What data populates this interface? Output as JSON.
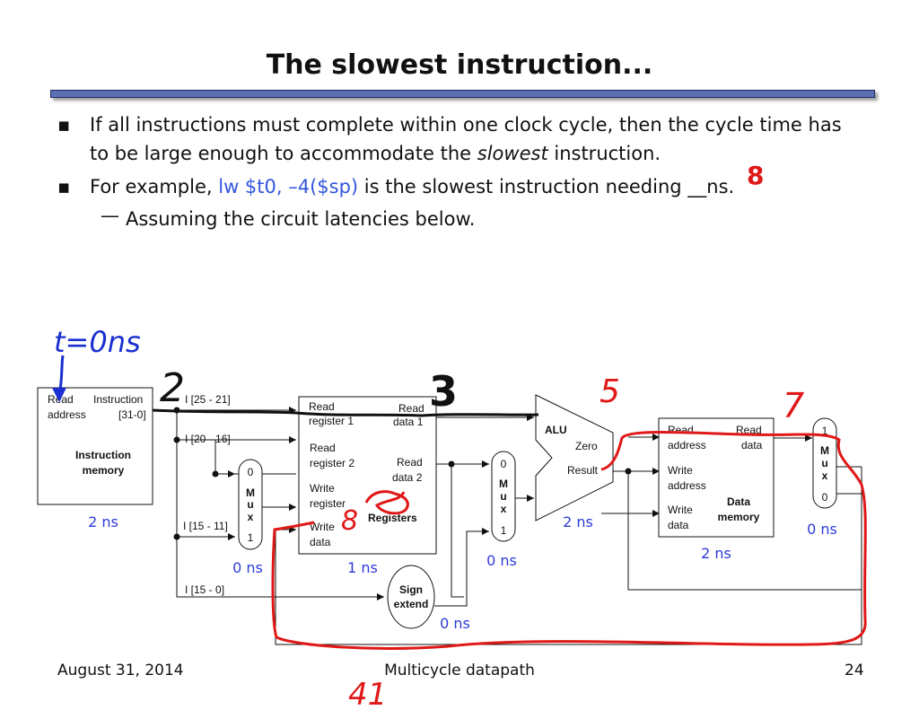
{
  "slide": {
    "title": "The slowest instruction...",
    "bullet1_marker": "▪",
    "bullet1_a": "If all instructions must complete within one clock cycle, then the cycle time has to be large enough to accommodate the ",
    "bullet1_em": "slowest",
    "bullet1_b": " instruction.",
    "bullet2_marker": "▪",
    "bullet2_a": "For example, ",
    "bullet2_code": "lw $t0, –4($sp)",
    "bullet2_b": " is the slowest instruction needing __ns.",
    "sub_dash": "—",
    "sub_bullet": "Assuming the circuit latencies below."
  },
  "footer": {
    "date": "August 31, 2014",
    "center": "Multicycle datapath",
    "page": "24"
  },
  "diagram": {
    "imem": {
      "read": "Read",
      "address": "address",
      "instruction": "Instruction",
      "bits": "[31-0]",
      "name1": "Instruction",
      "name2": "memory",
      "latency": "2 ns"
    },
    "fields": {
      "f1": "I [25 - 21]",
      "f2": "I [20 - 16]",
      "f3": "I [15 - 11]",
      "f4": "I [15 - 0]"
    },
    "mux1": {
      "in0": "0",
      "m": "M",
      "u": "u",
      "x": "x",
      "in1": "1",
      "latency": "0 ns"
    },
    "regs": {
      "rr1a": "Read",
      "rr1b": "register 1",
      "rd1a": "Read",
      "rd1b": "data 1",
      "rr2a": "Read",
      "rr2b": "register 2",
      "rd2a": "Read",
      "rd2b": "data 2",
      "wra": "Write",
      "wrb": "register",
      "wda": "Write",
      "wdb": "data",
      "name": "Registers",
      "latency": "1 ns"
    },
    "mux2": {
      "in0": "0",
      "m": "M",
      "u": "u",
      "x": "x",
      "in1": "1",
      "latency": "0 ns"
    },
    "alu": {
      "name": "ALU",
      "zero": "Zero",
      "result": "Result",
      "latency": "2 ns"
    },
    "sext": {
      "l1": "Sign",
      "l2": "extend",
      "latency": "0 ns"
    },
    "dmem": {
      "ra1": "Read",
      "ra2": "address",
      "rd1": "Read",
      "rd2": "data",
      "wa1": "Write",
      "wa2": "address",
      "wd1": "Write",
      "wd2": "data",
      "n1": "Data",
      "n2": "memory",
      "latency": "2 ns"
    },
    "mux3": {
      "in1": "1",
      "m": "M",
      "u": "u",
      "x": "x",
      "in0": "0",
      "latency": "0 ns"
    }
  },
  "handwriting": {
    "t0": "t=0ns",
    "n2": "2",
    "n3": "3",
    "n5": "5",
    "n7": "7",
    "n8_top": "8",
    "n8_reg": "8",
    "n41": "41"
  },
  "colors": {
    "ink_black": "#111111",
    "ink_red": "#e01818",
    "ink_blue": "#1a2fd0",
    "latency_blue": "#2c3bd6",
    "rule": "#5b6fb3"
  }
}
